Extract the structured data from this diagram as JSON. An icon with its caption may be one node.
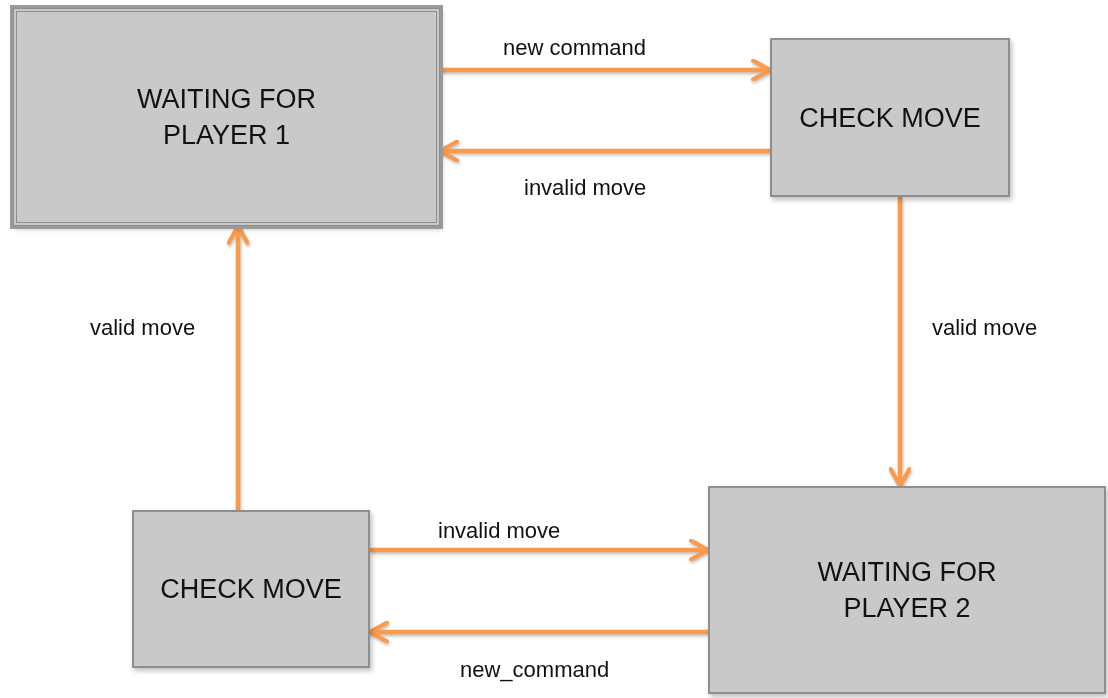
{
  "diagram": {
    "nodes": [
      {
        "text": [
          "WAITING FOR PLAYER 1"
        ]
      },
      {
        "text": [
          "CHECK MOVE"
        ]
      },
      {
        "text": [
          "CHECK MOVE"
        ]
      },
      {
        "text": [
          "WAITING FOR PLAYER 2"
        ]
      }
    ],
    "edges": [
      {
        "from": 0,
        "to": 1,
        "arrow": "to",
        "label": "new command"
      },
      {
        "from": 1,
        "to": 0,
        "arrow": "to",
        "label": "invalid move"
      },
      {
        "from": 1,
        "to": 3,
        "arrow": "to",
        "label": "valid move"
      },
      {
        "from": 2,
        "to": 0,
        "arrow": "to",
        "label": "valid move"
      },
      {
        "from": 2,
        "to": 3,
        "arrow": "to",
        "label": "invalid move"
      },
      {
        "from": 3,
        "to": 2,
        "arrow": "to",
        "label": "new_command"
      }
    ]
  }
}
